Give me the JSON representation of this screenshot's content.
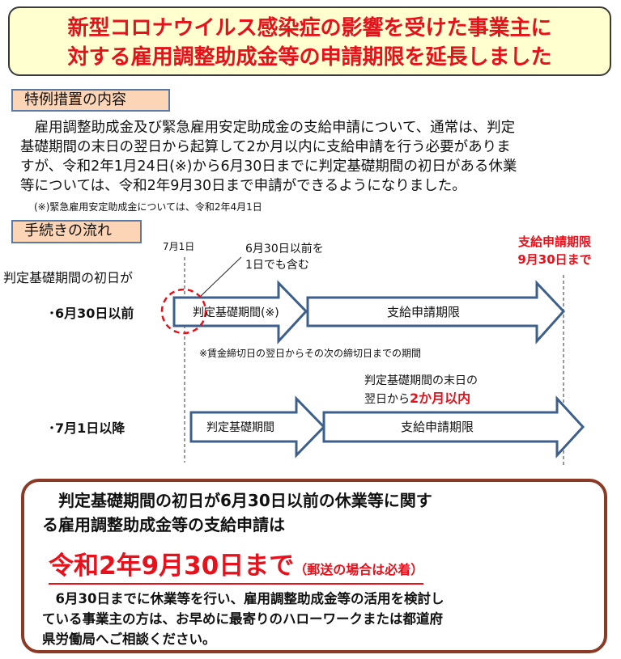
{
  "title": {
    "line1": "新型コロナウイルス感染症の影響を受けた事業主に",
    "line2": "対する雇用調整助成金等の申請期限を延長しました"
  },
  "section1": {
    "heading": "特例措置の内容",
    "paragraph": [
      "　雇用調整助成金及び緊急雇用安定助成金の支給申請について、通常は、判定",
      "基礎期間の末日の翌日から起算して2か月以内に支給申請を行う必要がありま",
      "すが、令和2年1月24日(※)から6月30日までに判定基礎期間の初日がある休業",
      "等については、令和2年9月30日まで申請ができるようになりました。"
    ],
    "note": "(※)緊急雇用安定助成金については、令和2年4月1日"
  },
  "section2": {
    "heading": "手続きの流れ",
    "july1_label": "7月1日",
    "callout_line1": "6月30日以前を",
    "callout_line2": "1日でも含む",
    "deadline_line1": "支給申請期限",
    "deadline_line2": "9月30日まで",
    "row_intro": "判定基礎期間の初日が",
    "row1_label": "･6月30日以前",
    "row1_arrow1": "判定基礎期間(※)",
    "row1_arrow2": "支給申請期限",
    "row1_note": "※賃金締切日の翌日からその次の締切日までの期間",
    "row2_caption_line1": "判定基礎期間の末日の",
    "row2_caption_line2a": "翌日から",
    "row2_caption_line2b": "2か月以内",
    "row2_label": "･7月1日以降",
    "row2_arrow1": "判定基礎期間",
    "row2_arrow2": "支給申請期限"
  },
  "bottom": {
    "line1": "　判定基礎期間の初日が6月30日以前の休業等に関す",
    "line2": "る雇用調整助成金等の支給申請は",
    "deadline": "令和2年9月30日まで",
    "deadline_note": "（郵送の場合は必着）",
    "msg1": "　6月30日までに休業等を行い、雇用調整助成金等の活用を検討し",
    "msg2": "ている事業主の方は、お早めに最寄りのハローワークまたは都道府",
    "msg3": "県労働局へご相談ください。"
  },
  "colors": {
    "red": "#e8101a",
    "arrow": "#3d5f8c",
    "bottom_border": "#8b3a26"
  }
}
